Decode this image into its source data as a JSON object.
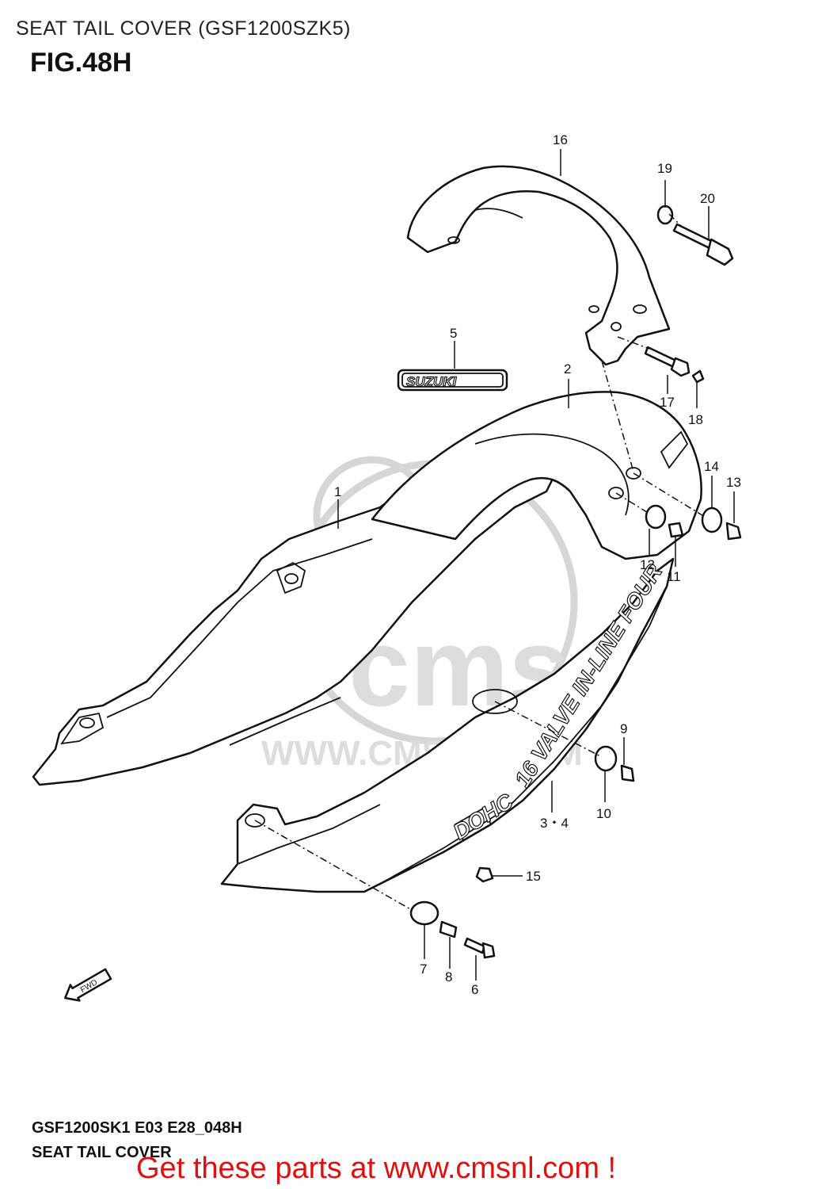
{
  "header": {
    "title": "SEAT TAIL COVER (GSF1200SZK5)",
    "figure": "FIG.48H"
  },
  "diagram": {
    "badge_text": "SUZUKI",
    "decal_dohc": "DOHC",
    "decal_text": "16 VALVE IN-LINE FOUR",
    "watermark_brand": "cms",
    "watermark_url": "WWW.CMSNL.COM",
    "fwd_label": "FWD",
    "callouts": {
      "c1": "1",
      "c2": "2",
      "c34": "3・4",
      "c5": "5",
      "c6": "6",
      "c7": "7",
      "c8": "8",
      "c9": "9",
      "c10": "10",
      "c11": "11",
      "c12": "12",
      "c13": "13",
      "c14": "14",
      "c15": "15",
      "c16": "16",
      "c17": "17",
      "c18": "18",
      "c19": "19",
      "c20": "20"
    }
  },
  "footer": {
    "code": "GSF1200SK1 E03 E28_048H",
    "name": "SEAT TAIL COVER",
    "promo": "Get these parts at www.cmsnl.com !"
  }
}
